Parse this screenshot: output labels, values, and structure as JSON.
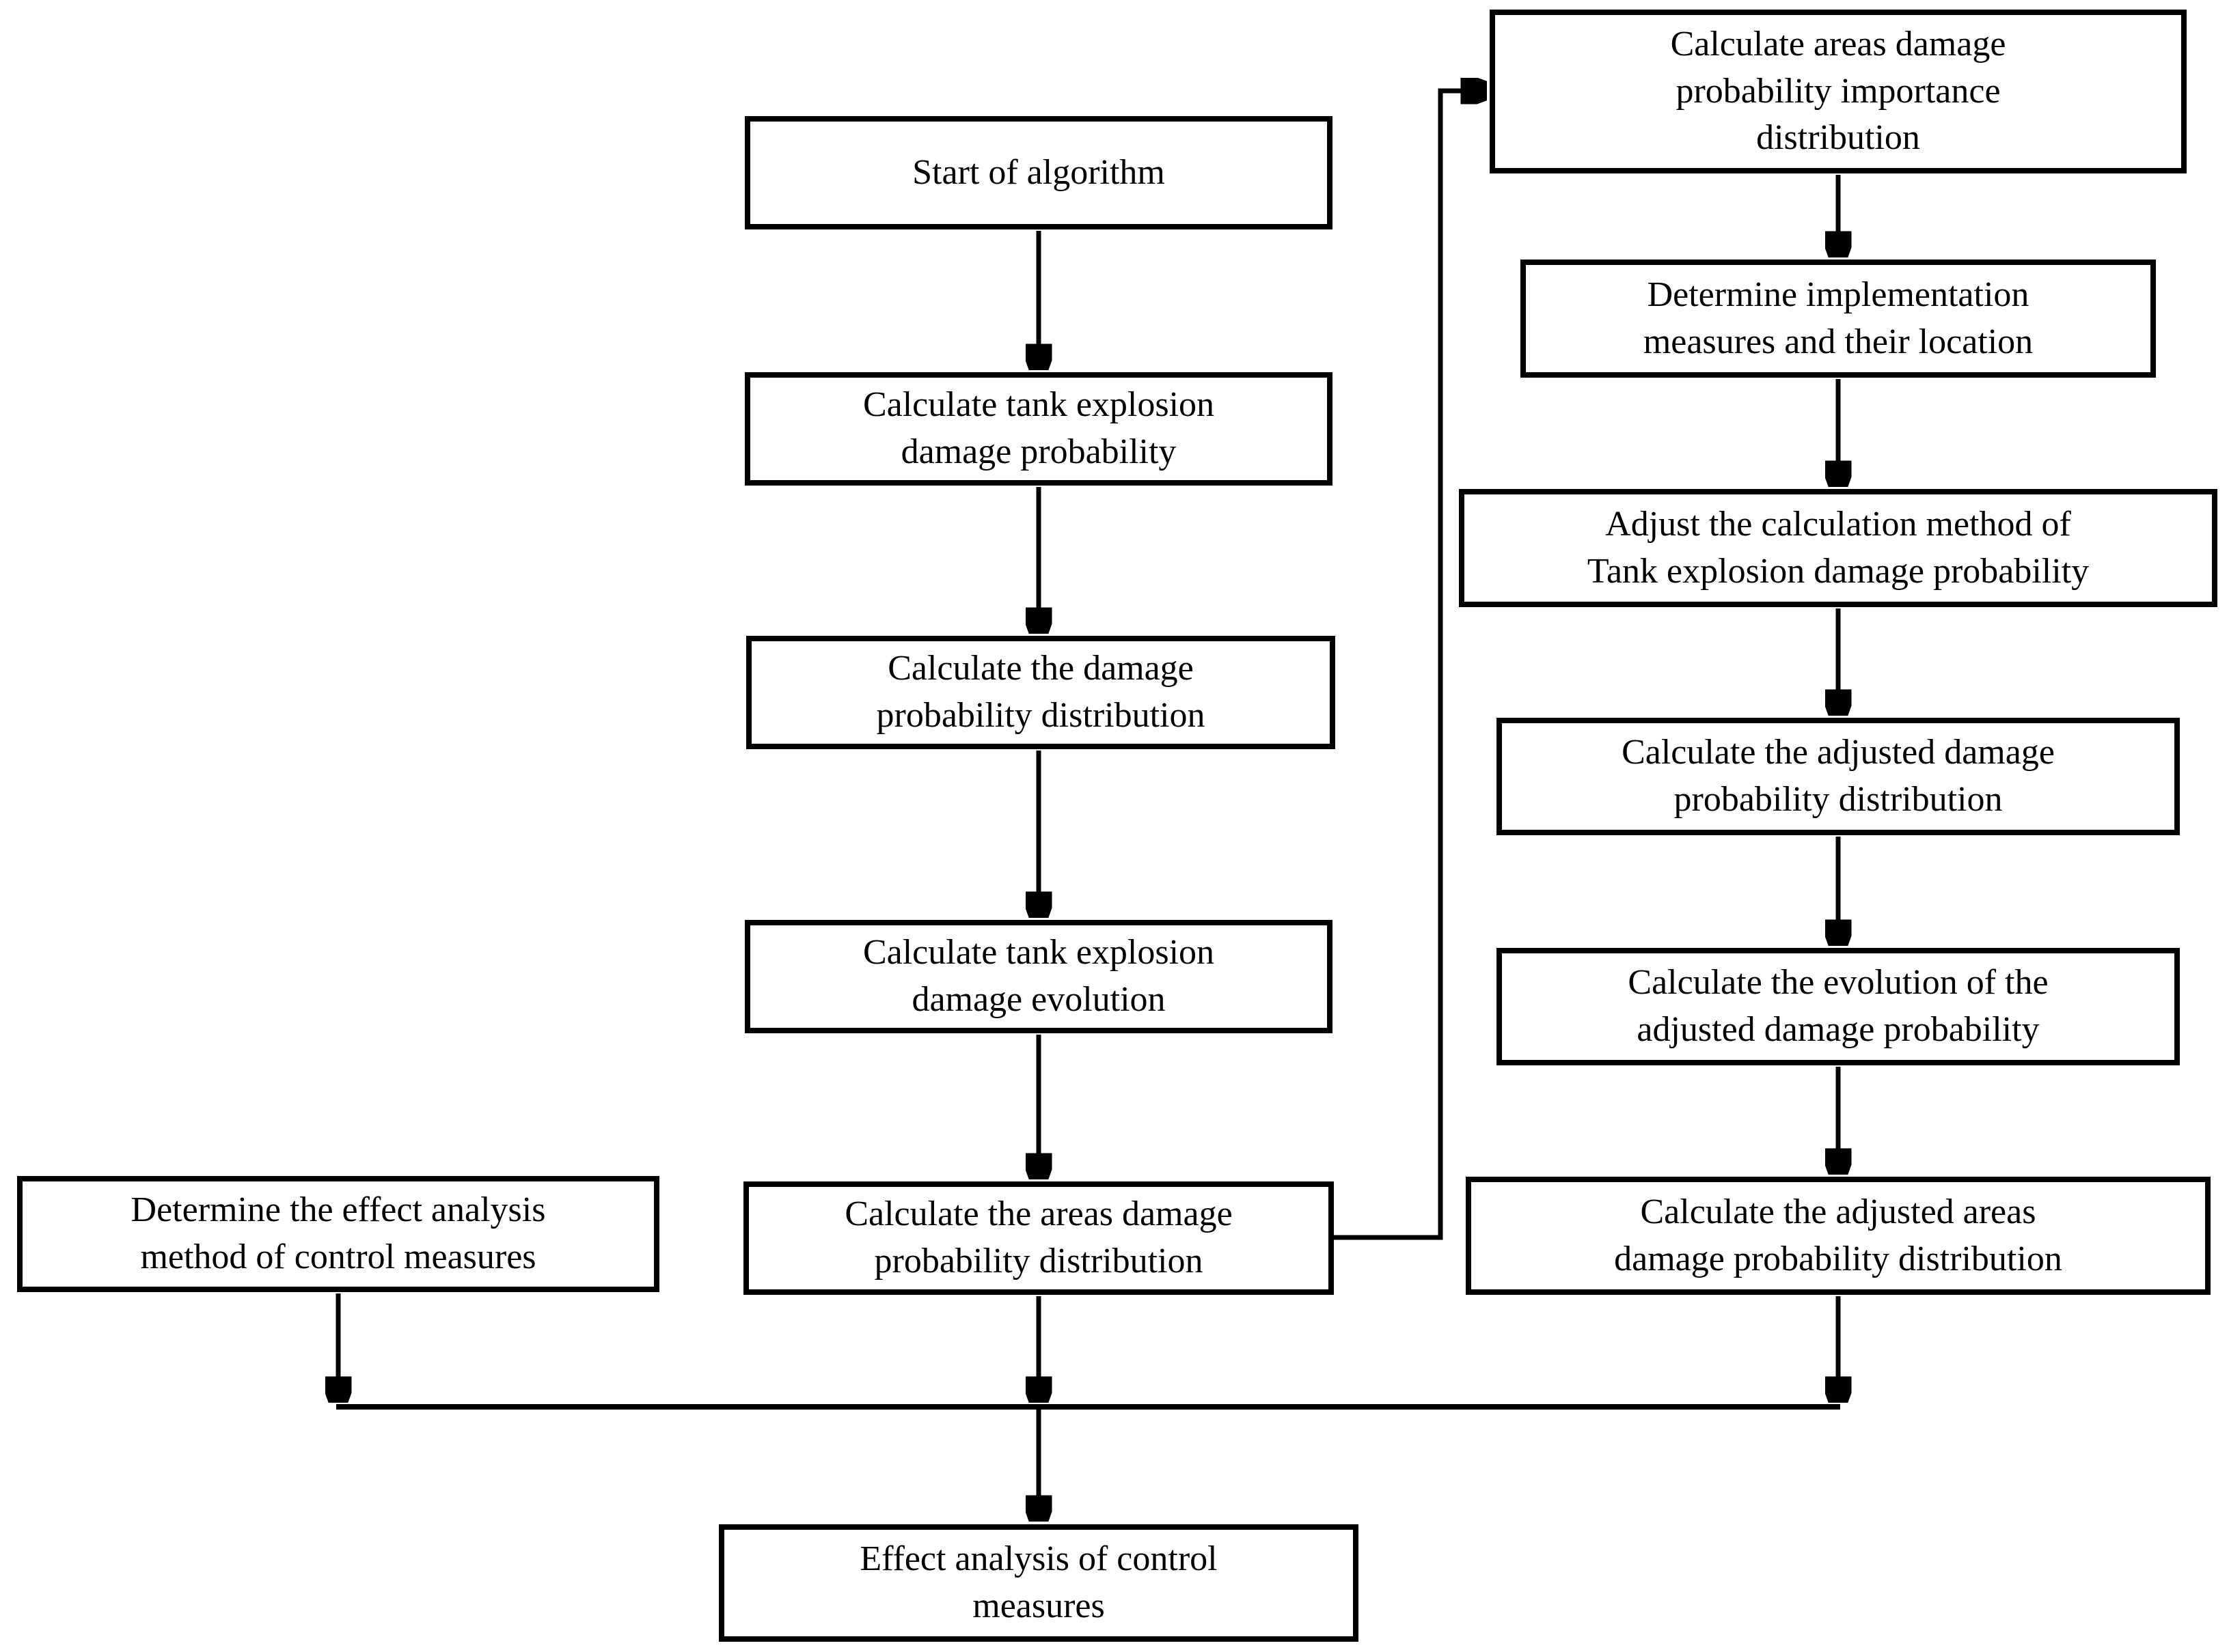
{
  "diagram": {
    "type": "flowchart",
    "colors": {
      "line": "#000000",
      "box_border": "#000000",
      "box_fill": "#ffffff",
      "background": "#ffffff",
      "text": "#000000"
    }
  },
  "nodes": {
    "start": {
      "label": "Start of algorithm"
    },
    "calc_tank_damage_prob": {
      "label": "Calculate tank explosion\ndamage probability"
    },
    "calc_damage_prob_dist": {
      "label": "Calculate the damage\nprobability distribution"
    },
    "calc_tank_damage_evol": {
      "label": "Calculate tank explosion\ndamage evolution"
    },
    "calc_areas_damage_prob_dist": {
      "label": "Calculate the areas damage\nprobability distribution"
    },
    "determine_effect_analysis_method": {
      "label": "Determine the effect analysis\nmethod of control measures"
    },
    "effect_analysis": {
      "label": "Effect analysis of control\nmeasures"
    },
    "calc_areas_importance_dist": {
      "label": "Calculate areas damage\nprobability importance\ndistribution"
    },
    "determine_implementation": {
      "label": "Determine implementation\nmeasures and their location"
    },
    "adjust_calc_method": {
      "label": "Adjust the calculation method of\nTank explosion damage probability"
    },
    "calc_adjusted_damage_prob_dist": {
      "label": "Calculate the adjusted damage\nprobability distribution"
    },
    "calc_evolution_adjusted": {
      "label": "Calculate the evolution of the\nadjusted damage probability"
    },
    "calc_adjusted_areas_dist": {
      "label": "Calculate the adjusted areas\ndamage probability distribution"
    }
  },
  "edges": [
    {
      "from": "start",
      "to": "calc_tank_damage_prob"
    },
    {
      "from": "calc_tank_damage_prob",
      "to": "calc_damage_prob_dist"
    },
    {
      "from": "calc_damage_prob_dist",
      "to": "calc_tank_damage_evol"
    },
    {
      "from": "calc_tank_damage_evol",
      "to": "calc_areas_damage_prob_dist"
    },
    {
      "from": "calc_areas_damage_prob_dist",
      "to": "calc_areas_importance_dist"
    },
    {
      "from": "calc_areas_importance_dist",
      "to": "determine_implementation"
    },
    {
      "from": "determine_implementation",
      "to": "adjust_calc_method"
    },
    {
      "from": "adjust_calc_method",
      "to": "calc_adjusted_damage_prob_dist"
    },
    {
      "from": "calc_adjusted_damage_prob_dist",
      "to": "calc_evolution_adjusted"
    },
    {
      "from": "calc_evolution_adjusted",
      "to": "calc_adjusted_areas_dist"
    },
    {
      "from": "calc_adjusted_areas_dist",
      "to": "effect_analysis"
    },
    {
      "from": "determine_effect_analysis_method",
      "to": "effect_analysis"
    },
    {
      "from": "calc_areas_damage_prob_dist",
      "to": "effect_analysis"
    }
  ]
}
